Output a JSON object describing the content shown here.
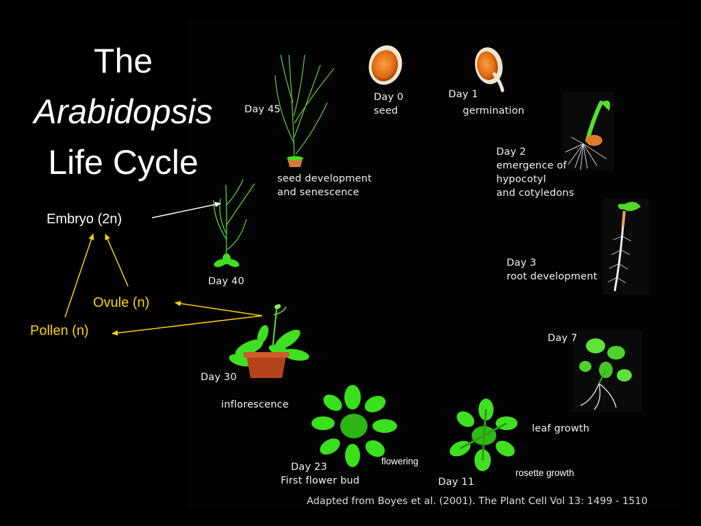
{
  "title": {
    "line1": "The",
    "line2": "Arabidopsis",
    "line3": "Life Cycle"
  },
  "annotations": {
    "embryo": "Embryo (2n)",
    "ovule": "Ovule  (n)",
    "pollen": "Pollen (n)"
  },
  "stages": [
    {
      "day": "Day 0",
      "desc": [
        "seed"
      ]
    },
    {
      "day": "Day 1",
      "desc": [
        "germination"
      ]
    },
    {
      "day": "Day 2",
      "desc": [
        "emergence of",
        "hypocotyl",
        "and cotyledons"
      ]
    },
    {
      "day": "Day 3",
      "desc": [
        "root development"
      ]
    },
    {
      "day": "Day 7",
      "desc": [
        "leaf growth"
      ]
    },
    {
      "day": "Day 11",
      "desc": [
        "rosette growth"
      ]
    },
    {
      "day": "Day 23",
      "desc": [
        "First flower bud",
        "flowering"
      ]
    },
    {
      "day": "Day 30",
      "desc": [
        "inflorescence"
      ]
    },
    {
      "day": "Day 40",
      "desc": []
    },
    {
      "day": "Day 45",
      "desc": [
        "seed development",
        "and senescence"
      ]
    }
  ],
  "citation": "Adapted from Boyes et al. (2001). The Plant Cell Vol 13: 1499 - 1510",
  "colors": {
    "background": "#000000",
    "arrow_white": "#ffffff",
    "arrow_yellow": "#ffd400",
    "plant_green": "#3fe021",
    "seed_orange": "#e8701a",
    "pot_terracotta": "#b5431c"
  }
}
